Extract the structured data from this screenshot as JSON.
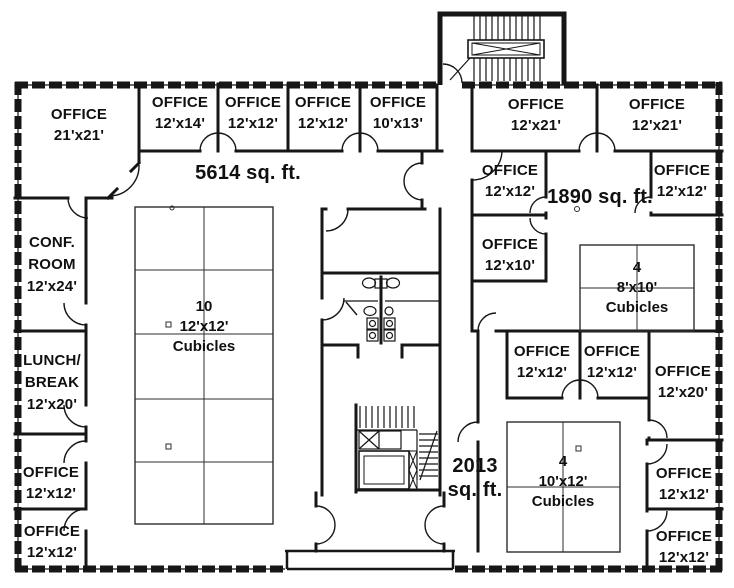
{
  "style": {
    "line_color": "#161616",
    "background": "#ffffff"
  },
  "suites": {
    "left": {
      "area": "5614 sq. ft."
    },
    "right_top": {
      "area": "1890 sq. ft."
    },
    "right_bottom": {
      "area_line1": "2013",
      "area_line2": "sq. ft."
    }
  },
  "rooms": [
    {
      "id": "office-21x21",
      "line1": "OFFICE",
      "line2": "21'x21'"
    },
    {
      "id": "office-12x14",
      "line1": "OFFICE",
      "line2": "12'x14'"
    },
    {
      "id": "office-12x12-top-a",
      "line1": "OFFICE",
      "line2": "12'x12'"
    },
    {
      "id": "office-12x12-top-b",
      "line1": "OFFICE",
      "line2": "12'x12'"
    },
    {
      "id": "office-10x13",
      "line1": "OFFICE",
      "line2": "10'x13'"
    },
    {
      "id": "conf-room-12x24",
      "line1": "CONF.",
      "line2": "ROOM",
      "line3": "12'x24'"
    },
    {
      "id": "lunch-break-12x20",
      "line1": "LUNCH/",
      "line2": "BREAK",
      "line3": "12'x20'"
    },
    {
      "id": "office-12x12-left-a",
      "line1": "OFFICE",
      "line2": "12'x12'"
    },
    {
      "id": "office-12x12-left-b",
      "line1": "OFFICE",
      "line2": "12'x12'"
    },
    {
      "id": "office-12x21-a",
      "line1": "OFFICE",
      "line2": "12'x21'"
    },
    {
      "id": "office-12x21-b",
      "line1": "OFFICE",
      "line2": "12'x21'"
    },
    {
      "id": "office-12x12-ne-a",
      "line1": "OFFICE",
      "line2": "12'x12'"
    },
    {
      "id": "office-12x12-ne-b",
      "line1": "OFFICE",
      "line2": "12'x12'"
    },
    {
      "id": "office-12x10",
      "line1": "OFFICE",
      "line2": "12'x10'"
    },
    {
      "id": "office-12x12-se-a",
      "line1": "OFFICE",
      "line2": "12'x12'"
    },
    {
      "id": "office-12x12-se-b",
      "line1": "OFFICE",
      "line2": "12'x12'"
    },
    {
      "id": "office-12x20",
      "line1": "OFFICE",
      "line2": "12'x20'"
    },
    {
      "id": "office-12x12-se-c",
      "line1": "OFFICE",
      "line2": "12'x12'"
    },
    {
      "id": "office-12x12-se-d",
      "line1": "OFFICE",
      "line2": "12'x12'"
    }
  ],
  "cubicle_areas": [
    {
      "count": "10",
      "size": "12'x12'",
      "label": "Cubicles"
    },
    {
      "count": "4",
      "size": "8'x10'",
      "label": "Cubicles"
    },
    {
      "count": "4",
      "size": "10'x12'",
      "label": "Cubicles"
    }
  ]
}
